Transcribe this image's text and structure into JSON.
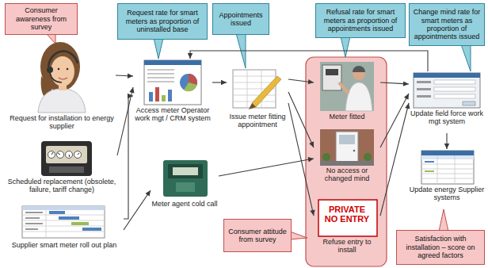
{
  "diagram": {
    "nodes": [
      {
        "text": [
          "Consumer awareness from survey"
        ]
      },
      {
        "text": [
          "Request rate for smart meters as proportion of uninstalled base"
        ]
      },
      {
        "text": [
          "Appointments issued"
        ]
      },
      {
        "text": [
          "Refusal rate for smart meters as proportion of appointments issued"
        ]
      },
      {
        "text": [
          "Change mind rate for smart meters as proportion of appointments issued"
        ]
      },
      {
        "text": [
          "Request for installation to energy supplier"
        ]
      },
      {
        "text": [
          "Access meter Operator work mgt / CRM system"
        ]
      },
      {
        "text": [
          "Issue meter fitting appointment"
        ]
      },
      {
        "text": [
          "Meter fitted"
        ]
      },
      {
        "text": [
          "Update field force work mgt system"
        ]
      },
      {
        "text": [
          "Scheduled replacement (obsolete, failure, tariff change)"
        ]
      },
      {
        "text": [
          "No access or changed mind"
        ]
      },
      {
        "text": [
          "Meter agent cold call"
        ]
      },
      {
        "text": [
          "Update energy Supplier systems"
        ]
      },
      {
        "text": [
          "Consumer attitude from survey"
        ]
      },
      {
        "text": [
          "Supplier smart meter roll out plan"
        ]
      },
      {
        "text": [
          "PRIVATE NO ENTRY",
          "Refuse entry to install"
        ]
      },
      {
        "text": [
          "Satisfaction with installation – score on agreed factors"
        ]
      }
    ],
    "edges": [
      {
        "from": 5,
        "to": 6,
        "arrow": "to"
      },
      {
        "from": 10,
        "to": 6,
        "arrow": "to"
      },
      {
        "from": 15,
        "to": 6,
        "arrow": "to"
      },
      {
        "from": 15,
        "to": 12,
        "arrow": "to"
      },
      {
        "from": 6,
        "to": 7,
        "arrow": "to"
      },
      {
        "from": 7,
        "to": 8,
        "arrow": "to"
      },
      {
        "from": 7,
        "to": 11,
        "arrow": "to"
      },
      {
        "from": 7,
        "to": 16,
        "arrow": "to"
      },
      {
        "from": 12,
        "to": 11,
        "arrow": "to"
      },
      {
        "from": 8,
        "to": 9,
        "arrow": "to"
      },
      {
        "from": 11,
        "to": 9,
        "arrow": "to"
      },
      {
        "from": 16,
        "to": 9,
        "arrow": "to"
      },
      {
        "from": 9,
        "to": 13,
        "arrow": "to"
      },
      {
        "from": 9,
        "to": 6,
        "arrow": "to"
      }
    ]
  }
}
